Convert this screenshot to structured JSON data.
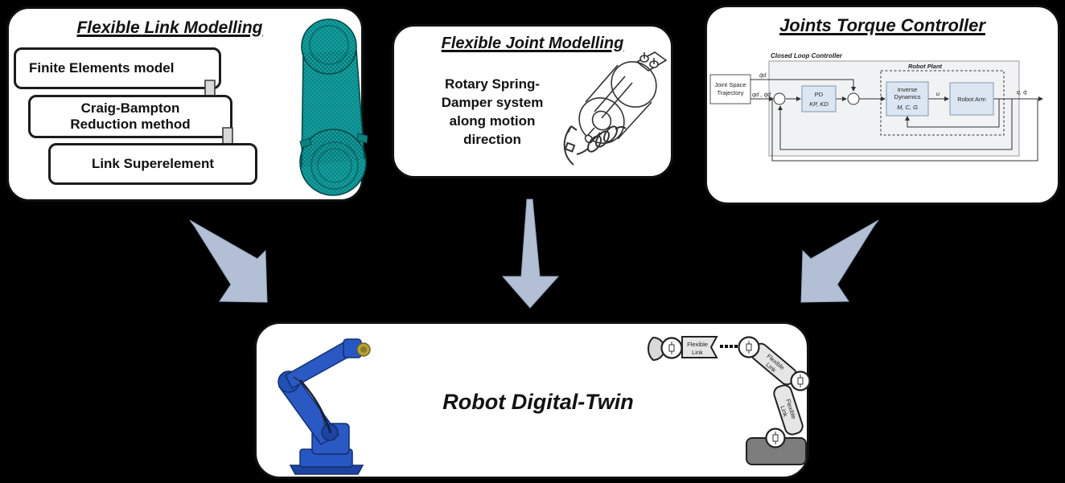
{
  "colors": {
    "background": "#000000",
    "panel": "#ffffff",
    "flow_arrow": "#b3bfd4",
    "mesh_teal": "#13a0a0",
    "robot_blue": "#2b59c3",
    "flange_yellow": "#b7a437",
    "block_blue": "#dce6f2",
    "region_gray": "#f1f2f4",
    "base_gray": "#7d7d7d",
    "small_arrow_gray": "#d9d9d9"
  },
  "flexible_link": {
    "title": "Flexible Link Modelling",
    "steps": [
      "Finite Elements model",
      "Craig-Bampton Reduction method",
      "Link Superelement"
    ]
  },
  "flexible_joint": {
    "title": "Flexible Joint Modelling",
    "description_lines": [
      "Rotary Spring-",
      "Damper system",
      "along motion",
      "direction"
    ]
  },
  "torque_controller": {
    "title": "Joints Torque Controller",
    "diagram": {
      "closed_loop_label": "Closed Loop Controller",
      "robot_plant_label": "Robot Plant",
      "joint_space_trajectory": {
        "line1": "Joint Space",
        "line2": "Trajectory"
      },
      "pd_block": {
        "line1": "PD",
        "line2": "KP, KD"
      },
      "inverse_dynamics": {
        "line1": "Inverse",
        "line2": "Dynamics",
        "line3": "M, C, G"
      },
      "robot_arm_label": "Robot Arm",
      "signal_qdd": "q̈d",
      "signal_qd": "qd , q̇d",
      "signal_u": "u",
      "signal_out": "q, q̇"
    }
  },
  "digital_twin": {
    "title": "Robot Digital-Twin",
    "links": [
      {
        "line1": "Flexible",
        "line2": "Link"
      },
      {
        "line1": "Flexible",
        "line2": "Link"
      },
      {
        "line1": "Flexible",
        "line2": "Link"
      }
    ]
  }
}
